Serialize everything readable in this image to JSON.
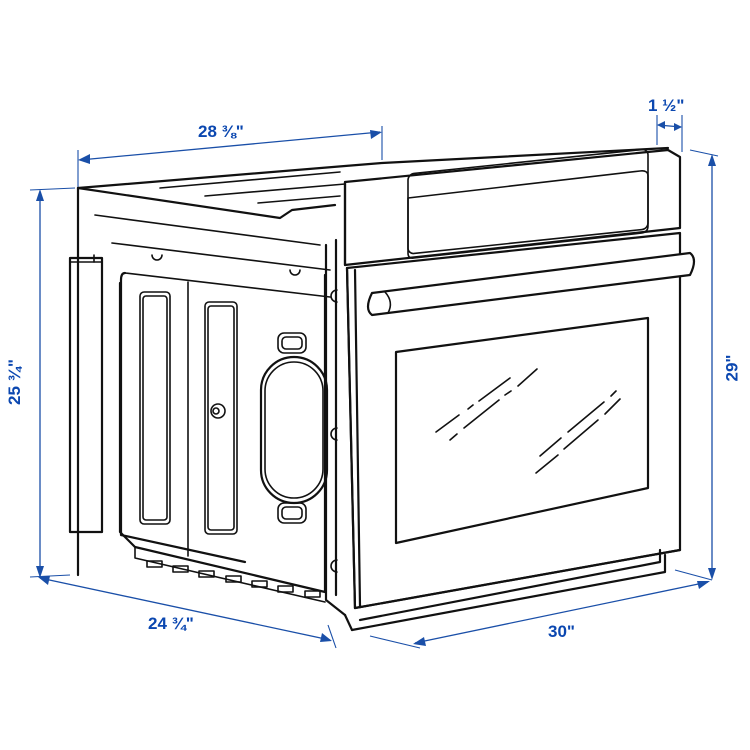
{
  "diagram": {
    "subject": "Built-in wall oven dimension drawing",
    "accent_color": "#0b47b0",
    "line_color": "#111111",
    "dimensions": {
      "depth_top": "28 ⅜\"",
      "door_protrusion": "1 ½\"",
      "overall_height_side": "25 ¾\"",
      "front_height": "29\"",
      "depth_bottom": "24 ¾\"",
      "front_width": "30\""
    }
  }
}
